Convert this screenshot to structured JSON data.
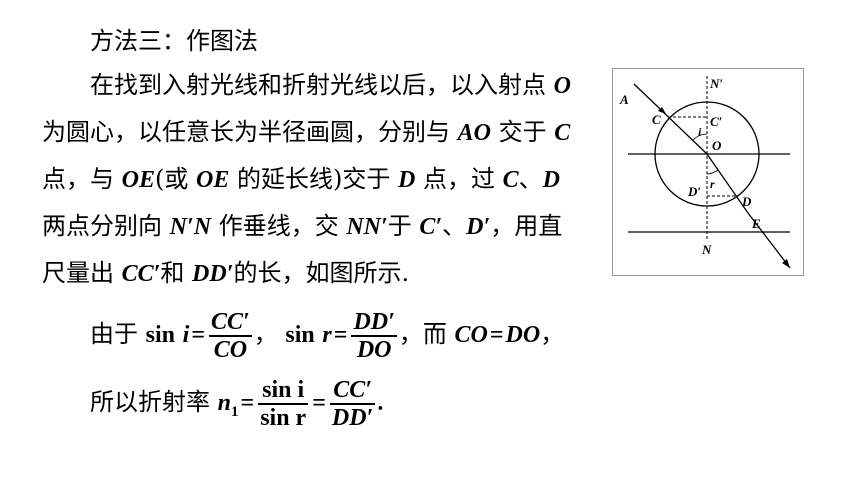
{
  "heading": "方法三：作图法",
  "paragraph": {
    "l1_a": "在找到入射光线和折射光线以后，以入射点",
    "l1_O": "O",
    "l2_a": "为圆心，以任意长为半径画圆，分别与",
    "l2_AO": "AO",
    "l2_b": "交于",
    "l2_C": "C",
    "l3_a": "点，与",
    "l3_OE1": "OE",
    "l3_b": "(或",
    "l3_OE2": "OE",
    "l3_c": "的延长线)交于",
    "l3_D": "D",
    "l3_d": "点，过",
    "l3_C": "C",
    "l3_sep": "、",
    "l3_D2": "D",
    "l4_a": "两点分别向",
    "l4_NpN": "N′N",
    "l4_b": "作垂线，交",
    "l4_NNp": "NN′",
    "l4_c": "于",
    "l4_Cp": "C′",
    "l4_sep": "、",
    "l4_Dp": "D′",
    "l4_d": "，用直",
    "l5_a": "尺量出",
    "l5_CCp": "CC′",
    "l5_b": "和",
    "l5_DDp": "DD′",
    "l5_c": "的长，如图所示."
  },
  "eq1": {
    "lead": "由于",
    "sin1": "sin",
    "i": "i",
    "equals1": "=",
    "frac1_num": "CC′",
    "frac1_den": "CO",
    "comma1": "，",
    "sin2": "sin",
    "r": "r",
    "equals2": "=",
    "frac2_num": "DD′",
    "frac2_den": "DO",
    "mid": "，而",
    "CO": "CO",
    "equals3": "=",
    "DO": "DO",
    "comma2": "，"
  },
  "eq2": {
    "lead": "所以折射率",
    "n": "n",
    "sub": "1",
    "equals1": "=",
    "frac1_num": "sin i",
    "frac1_den": "sin r",
    "equals2": "=",
    "frac2_num": "CC′",
    "frac2_den": "DD′",
    "period": "."
  },
  "figure": {
    "labels": {
      "A": "A",
      "C": "C",
      "Cp": "C′",
      "Np": "N′",
      "i": "i",
      "O": "O",
      "Dp": "D′",
      "r": "r",
      "D": "D",
      "E": "E",
      "N": "N"
    }
  }
}
